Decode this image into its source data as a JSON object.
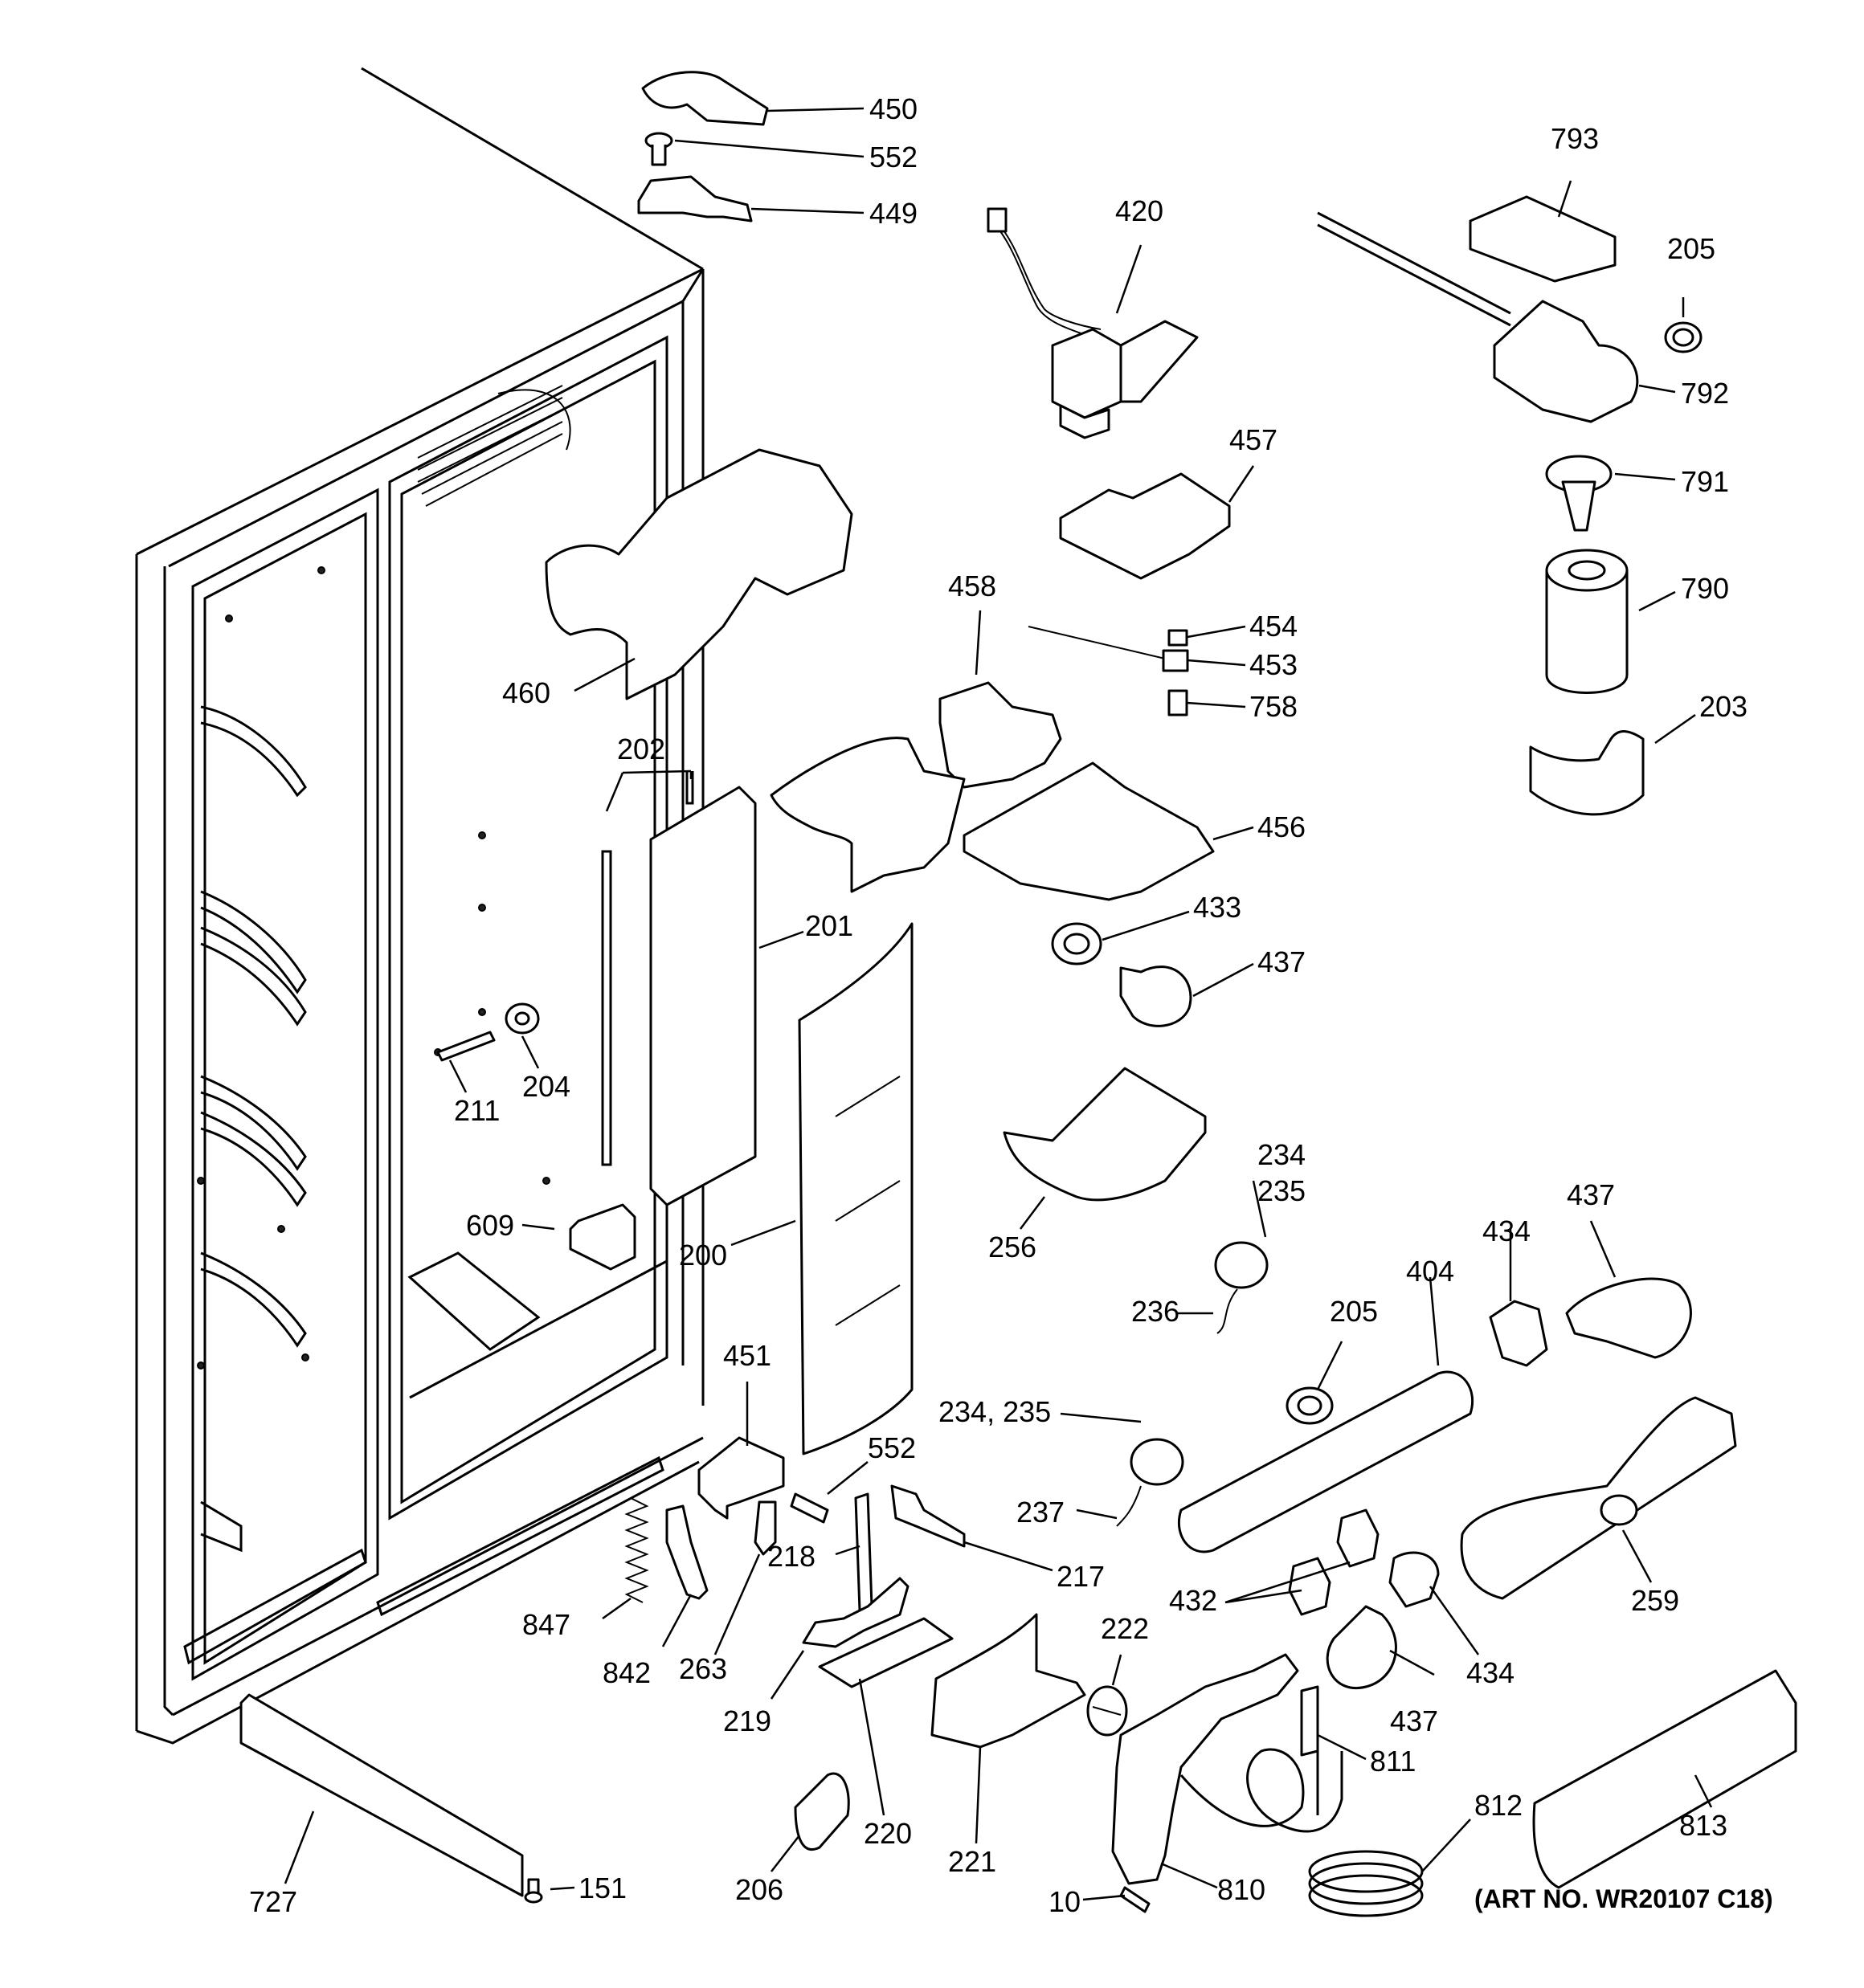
{
  "diagram": {
    "art_number": "(ART NO. WR20107 C18)",
    "callouts": {
      "c450": "450",
      "c552a": "552",
      "c449": "449",
      "c420": "420",
      "c793": "793",
      "c205a": "205",
      "c792": "792",
      "c791": "791",
      "c790": "790",
      "c203": "203",
      "c457": "457",
      "c458": "458",
      "c454": "454",
      "c453": "453",
      "c758": "758",
      "c460": "460",
      "c202": "202",
      "c201": "201",
      "c456": "456",
      "c433": "433",
      "c437a": "437",
      "c211": "211",
      "c204": "204",
      "c234a": "234",
      "c235a": "235",
      "c437b": "437",
      "c609": "609",
      "c200": "200",
      "c256": "256",
      "c434a": "434",
      "c404": "404",
      "c236": "236",
      "c205b": "205",
      "c451": "451",
      "c234_235": "234, 235",
      "c552b": "552",
      "c237": "237",
      "c218": "218",
      "c217": "217",
      "c432": "432",
      "c259": "259",
      "c847": "847",
      "c842": "842",
      "c263": "263",
      "c222": "222",
      "c434b": "434",
      "c219": "219",
      "c437c": "437",
      "c811": "811",
      "c812": "812",
      "c813": "813",
      "c220": "220",
      "c221": "221",
      "c206": "206",
      "c727": "727",
      "c151": "151",
      "c10": "10",
      "c810": "810"
    }
  }
}
